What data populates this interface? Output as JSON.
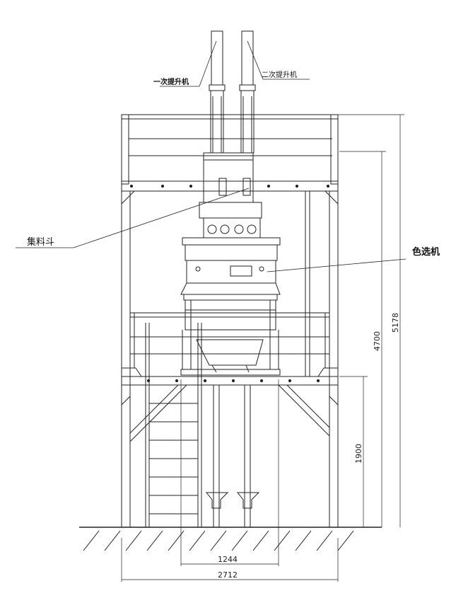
{
  "labels": {
    "primary_elevator": "一次提升机",
    "secondary_elevator": "二次提升机",
    "collecting_hopper": "集料斗",
    "color_sorter": "色选机"
  },
  "dimensions": {
    "total_height": "5178",
    "machine_top_height": "4700",
    "platform_height": "1900",
    "inner_width": "1244",
    "total_width": "2712"
  }
}
